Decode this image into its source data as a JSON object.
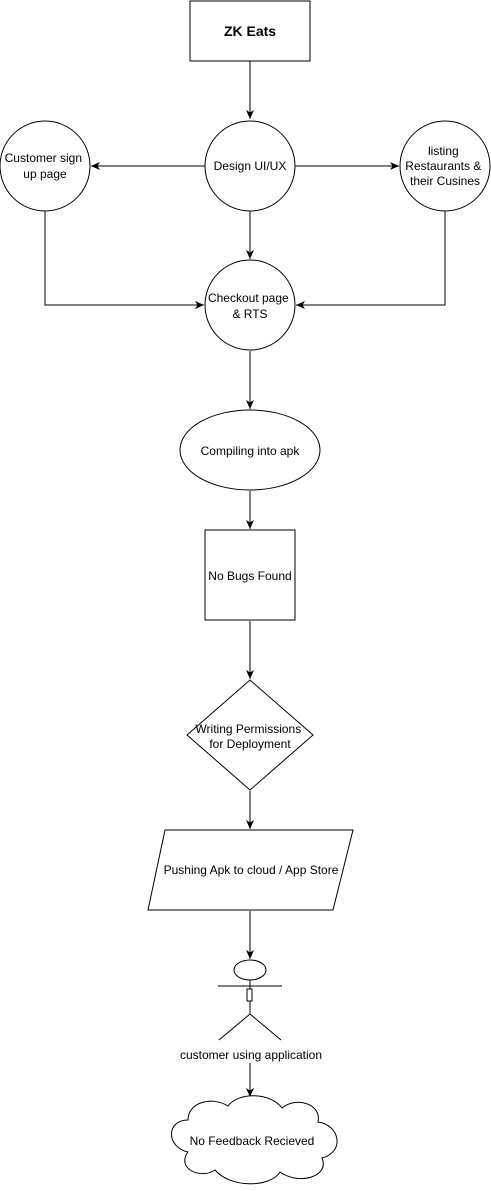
{
  "diagram": {
    "nodes": {
      "zk_eats": "ZK Eats",
      "design": "Design UI/UX",
      "signup": [
        "Customer sign",
        "up page"
      ],
      "listing": [
        "listing",
        "Restaurants &",
        "their Cusines"
      ],
      "checkout": [
        "Checkout page",
        "& RTS"
      ],
      "compiling": "Compiling into apk",
      "no_bugs": "No Bugs Found",
      "permissions": [
        "Writing Permissions",
        "for Deployment"
      ],
      "pushing": "Pushing Apk to cloud / App Store",
      "customer": "customer using application",
      "feedback": "No Feedback Recieved"
    }
  }
}
